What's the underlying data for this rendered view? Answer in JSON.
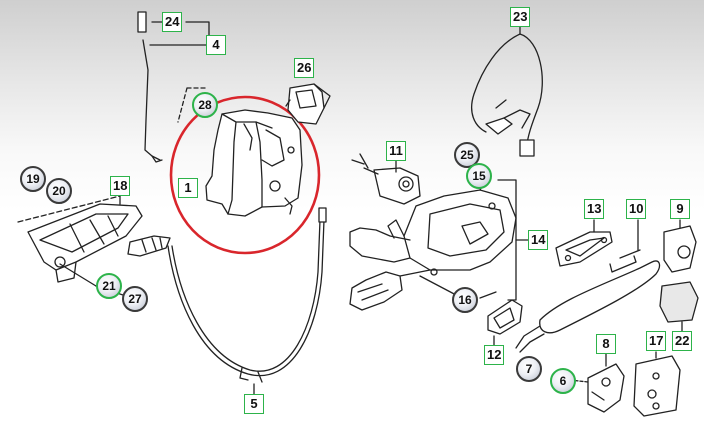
{
  "diagram": {
    "callouts_square": [
      {
        "id": "c24",
        "label": "24"
      },
      {
        "id": "c4",
        "label": "4"
      },
      {
        "id": "c26",
        "label": "26"
      },
      {
        "id": "c1",
        "label": "1"
      },
      {
        "id": "c18",
        "label": "18"
      },
      {
        "id": "c11",
        "label": "11"
      },
      {
        "id": "c23",
        "label": "23"
      },
      {
        "id": "c13",
        "label": "13"
      },
      {
        "id": "c10",
        "label": "10"
      },
      {
        "id": "c9",
        "label": "9"
      },
      {
        "id": "c14",
        "label": "14"
      },
      {
        "id": "c12",
        "label": "12"
      },
      {
        "id": "c8",
        "label": "8"
      },
      {
        "id": "c17",
        "label": "17"
      },
      {
        "id": "c22",
        "label": "22"
      },
      {
        "id": "c5",
        "label": "5"
      }
    ],
    "callouts_round": [
      {
        "id": "r28",
        "label": "28"
      },
      {
        "id": "r19",
        "label": "19"
      },
      {
        "id": "r20",
        "label": "20"
      },
      {
        "id": "r21",
        "label": "21"
      },
      {
        "id": "r27",
        "label": "27"
      },
      {
        "id": "r25",
        "label": "25"
      },
      {
        "id": "r15",
        "label": "15"
      },
      {
        "id": "r16",
        "label": "16"
      },
      {
        "id": "r7",
        "label": "7"
      },
      {
        "id": "r6",
        "label": "6"
      }
    ],
    "colors": {
      "accent_label_border": "#2db34a",
      "highlight_ring": "#d9262c",
      "line_art": "#222222",
      "background_top": "#cfcfcf",
      "background_bottom": "#ffffff"
    }
  }
}
